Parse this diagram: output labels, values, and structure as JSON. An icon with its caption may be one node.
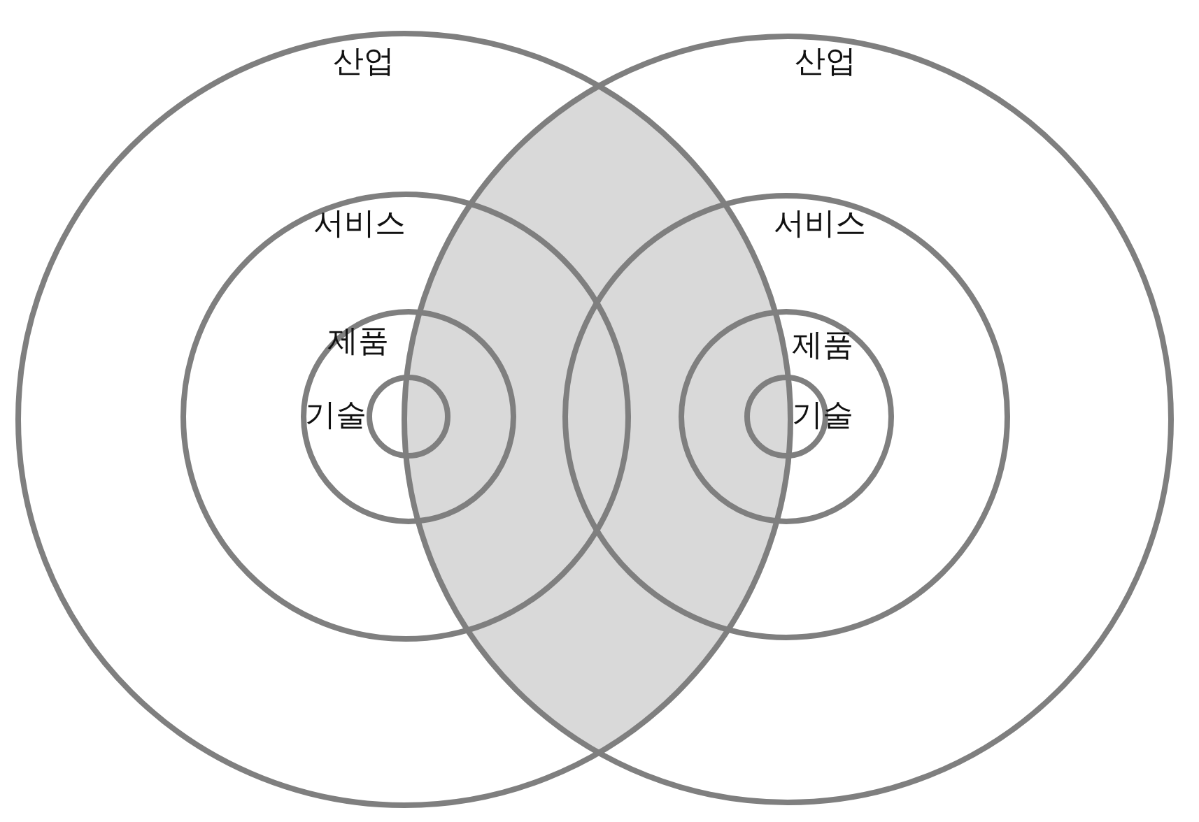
{
  "diagram": {
    "nodes": [
      {
        "text": [
          "산업"
        ]
      },
      {
        "text": [
          "서비스"
        ],
        "in": 0
      },
      {
        "text": [
          "제품"
        ],
        "in": 1
      },
      {
        "text": [
          "기술"
        ],
        "in": 2
      },
      {
        "text": [
          "산업"
        ]
      },
      {
        "text": [
          "서비스"
        ],
        "in": 4
      },
      {
        "text": [
          "제품"
        ],
        "in": 5
      },
      {
        "text": [
          "기술"
        ],
        "in": 6
      },
      {
        "text": [],
        "shape": "lens"
      }
    ]
  }
}
